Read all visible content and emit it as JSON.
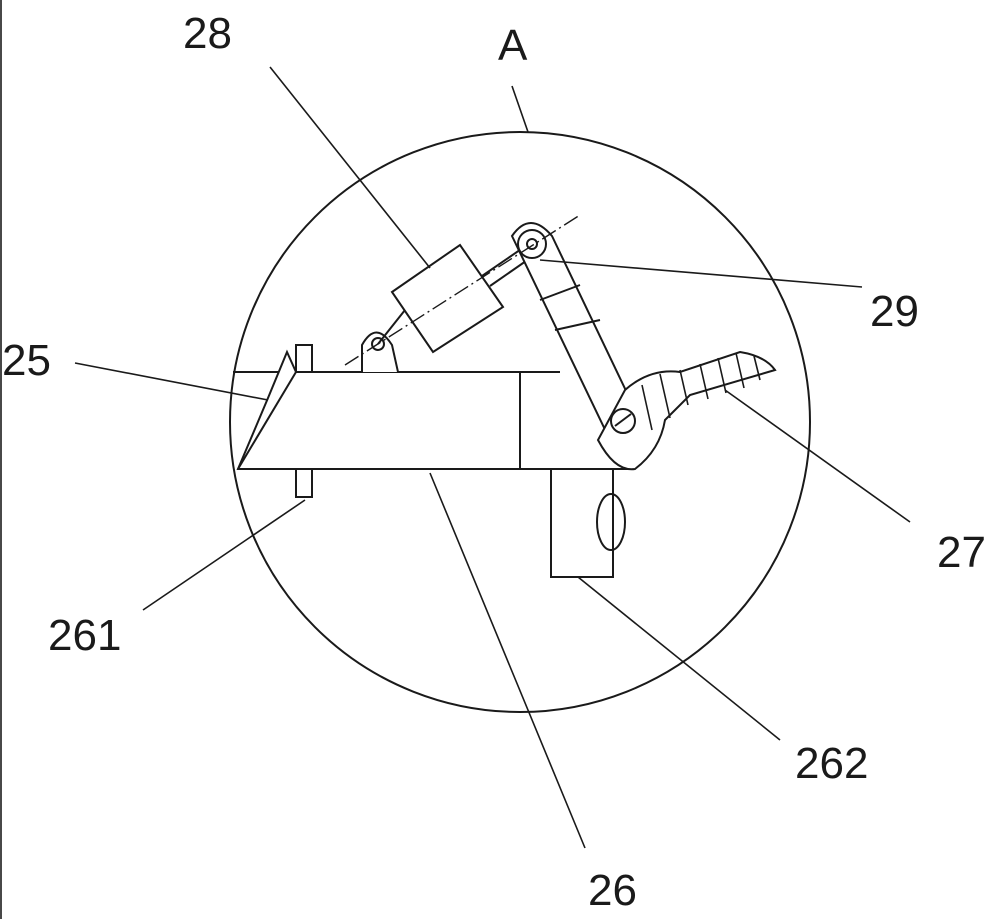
{
  "detail_view": {
    "label": "A"
  },
  "callouts": {
    "c25": "25",
    "c26": "26",
    "c261": "261",
    "c262": "262",
    "c27": "27",
    "c28": "28",
    "c29": "29"
  },
  "colors": {
    "line": "#1a1a1a",
    "background": "#ffffff"
  }
}
